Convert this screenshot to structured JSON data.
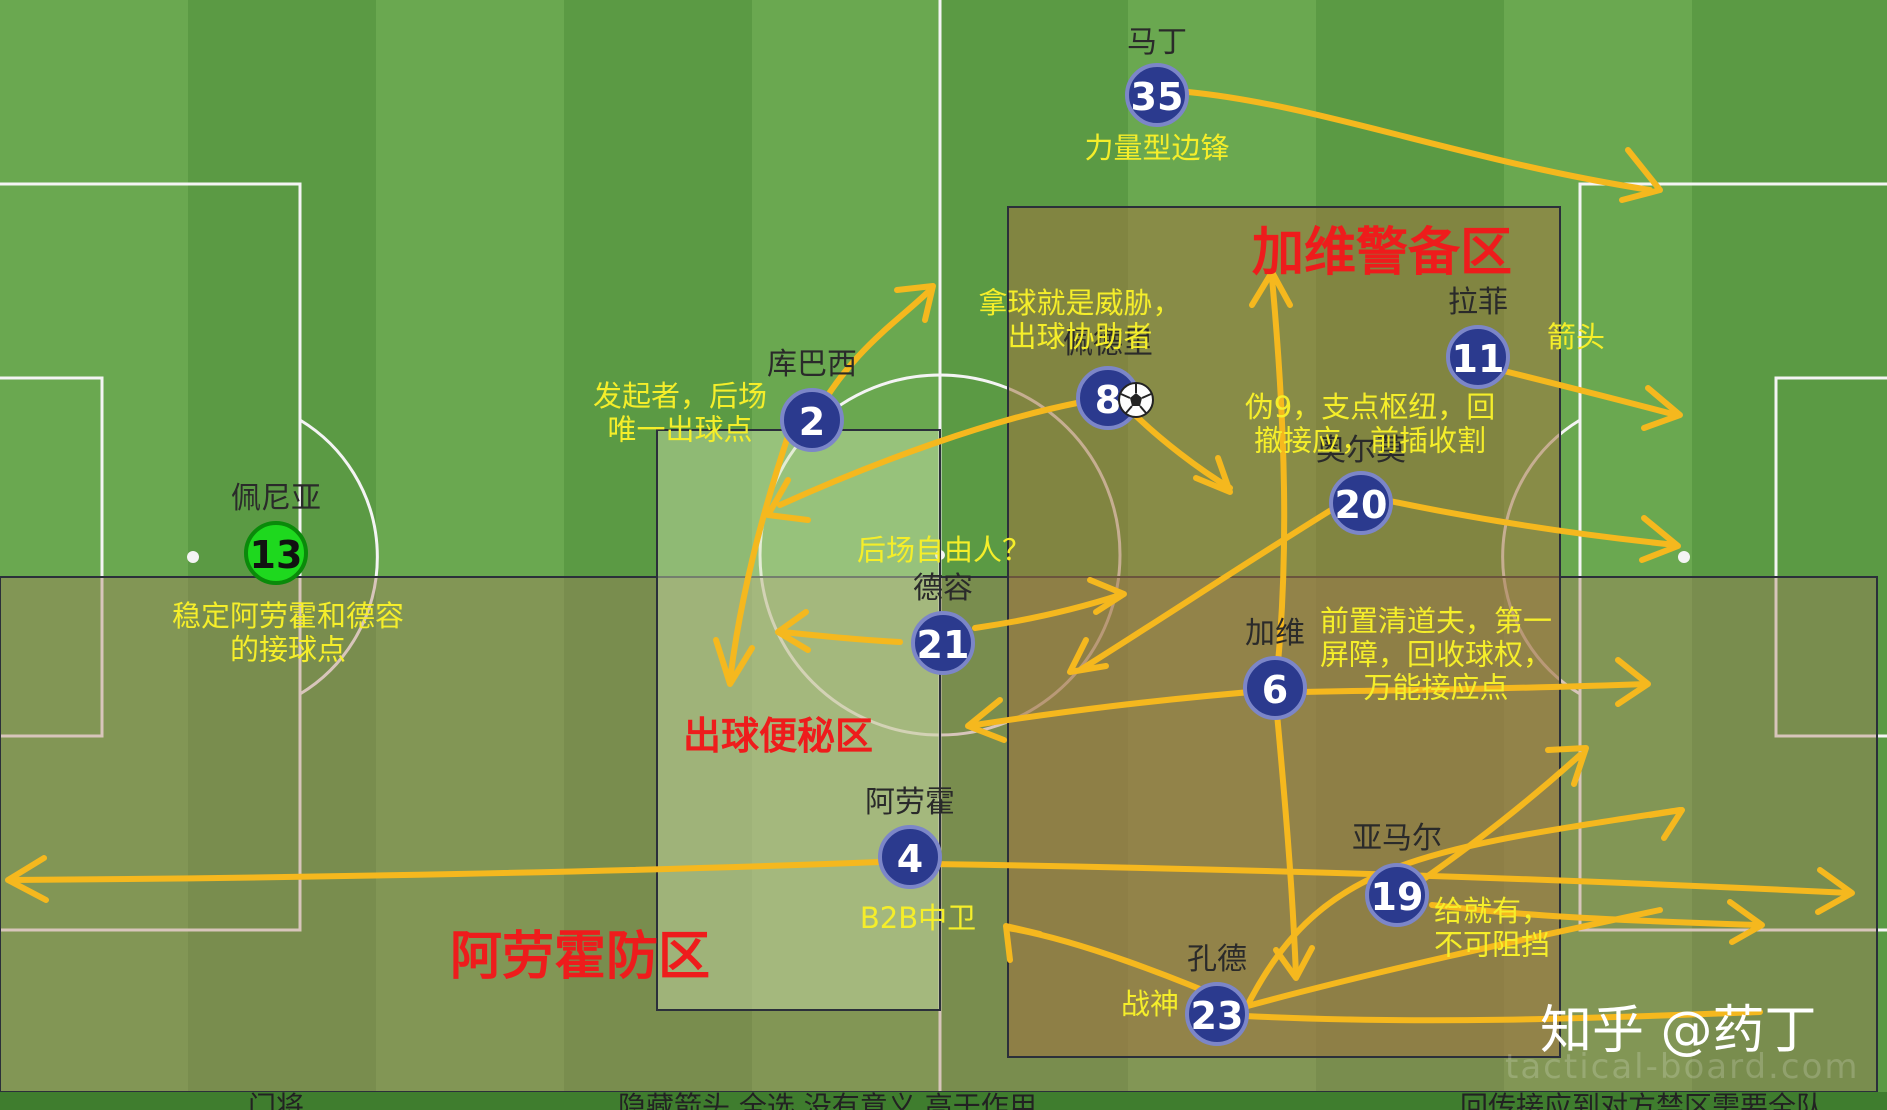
{
  "players": [
    {
      "id": "p35",
      "number": "35",
      "name": "马丁",
      "note": "力量型边锋"
    },
    {
      "id": "p2",
      "number": "2",
      "name": "库巴西",
      "note": "发起者，后场\n唯一出球点"
    },
    {
      "id": "p13",
      "number": "13",
      "name": "佩尼亚",
      "note": "稳定阿劳霍和德容\n的接球点"
    },
    {
      "id": "p8",
      "number": "8",
      "name": "佩德里",
      "note": "拿球就是威胁，\n出球协助者"
    },
    {
      "id": "p11",
      "number": "11",
      "name": "拉菲",
      "note": "箭头"
    },
    {
      "id": "p20",
      "number": "20",
      "name": "奥尔莫",
      "note": "伪9，支点枢纽，回\n撤接应，前插收割"
    },
    {
      "id": "p21",
      "number": "21",
      "name": "德容",
      "note": "后场自由人？"
    },
    {
      "id": "p6",
      "number": "6",
      "name": "加维",
      "note": "前置清道夫，第一\n屏障，回收球权，\n万能接应点"
    },
    {
      "id": "p4",
      "number": "4",
      "name": "阿劳霍",
      "note": "B2B中卫"
    },
    {
      "id": "p19",
      "number": "19",
      "name": "亚马尔",
      "note": "给就有，\n不可阻挡"
    },
    {
      "id": "p23",
      "number": "23",
      "name": "孔德",
      "note": "战神"
    }
  ],
  "zones": {
    "gavi_alert": "加维警备区",
    "buildup_block": "出球便秘区",
    "araujo_defense": "阿劳霍防区"
  },
  "colors": {
    "team_fill": "#2b3a8e",
    "keeper_fill": "#1ed81e",
    "arrow": "#f5b81e",
    "note_text": "#f5ee2a",
    "zone_text": "#ee1c1c"
  },
  "icons": {
    "ball": "soccer-ball-icon"
  },
  "watermark": {
    "main": "知乎 @药丁",
    "sub": "tactical-board.com"
  },
  "footer": [
    "门将",
    "隐藏箭头 全选 没有意义 高于作用",
    "回传接应到对方禁区需要全队"
  ]
}
